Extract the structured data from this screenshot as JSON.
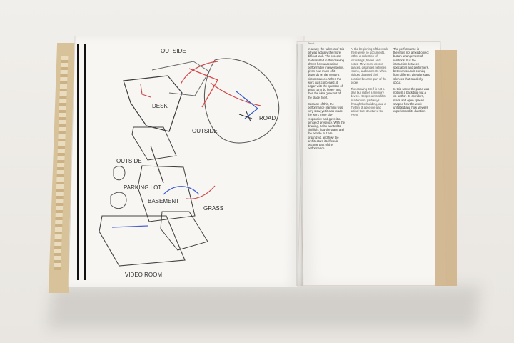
{
  "page": {
    "left_labels": {
      "outside_top": "OUTSIDE",
      "outside_mid": "OUTSIDE",
      "outside_lower": "OUTSIDE",
      "grass": "GRASS",
      "video_room": "VIDEO ROOM",
      "basement": "BASEMENT",
      "parking_lot": "PARKING LOT",
      "desk": "DESK",
      "road": "ROAD"
    },
    "right_header_small": "Tekst 1",
    "text_columns": [
      [
        "In a way, the fullness of this bit was actually the more difficult task. The process that resulted in this drawing shows how uncertain a performative intervention is, given how much of it depends on the venue's circumstances. When the work was conceived, it began with the question of 'what can I do here?' and then the idea grew out of the place itself.",
        "Because of this, the performance planning was very slow, yet it also made the work more site-responsive and gave it a sense of presence. With the drawing, I also wanted to highlight how the place and the people in it are organized, and how the architecture itself could become part of the performance."
      ],
      [
        "At the beginning of the work there were no documents, rather a collection of recordings, traces and notes. Movement across spaces, distances between rooms, and moments when visitors changed their position became part of the score.",
        "The drawing itself is not a plan but rather a memory device. It represents shifts in attention, pathways through the building, and a rhythm of absence and arrival that structured the event."
      ],
      [
        "The performance is therefore not a fixed object but an arrangement of relations. It is the interaction between spectators and performers, between sounds coming from different directions and silences that suddenly occur.",
        "In this sense the place was not just a backdrop but a co-author. Its corridors, stairs and open spaces shaped how the work unfolded and how viewers experienced its duration."
      ]
    ]
  }
}
